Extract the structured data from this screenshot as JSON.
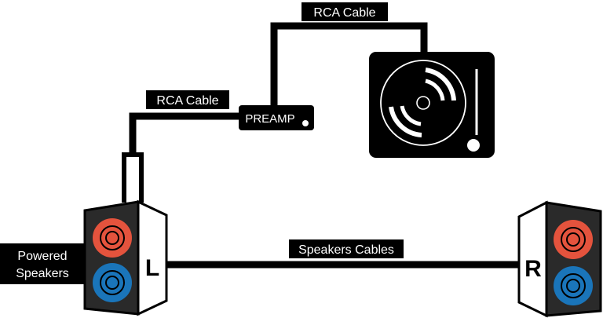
{
  "labels": {
    "rca_top": "RCA Cable",
    "rca_left": "RCA Cable",
    "preamp": "PREAMP",
    "speaker_cables": "Speakers Cables",
    "powered_speakers_line1": "Powered",
    "powered_speakers_line2": "Speakers",
    "left_channel": "L",
    "right_channel": "R"
  },
  "colors": {
    "background": "#ffffff",
    "ink": "#000000",
    "label_text": "#ffffff",
    "woofer_top": "#e4533d",
    "woofer_bottom": "#1a75ba",
    "speaker_face": "#2a2a2a",
    "speaker_side": "#ffffff"
  },
  "icons": {
    "turntable": "turntable-icon",
    "preamp": "preamp-box",
    "left_speaker": "speaker-icon",
    "right_speaker": "speaker-icon"
  }
}
